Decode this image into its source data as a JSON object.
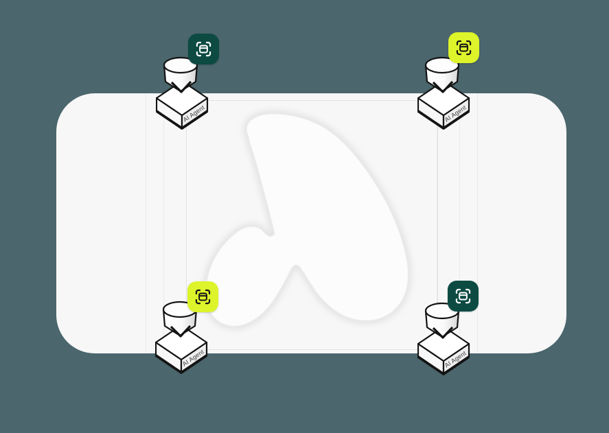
{
  "agents": [
    {
      "position": "top-left",
      "label": "AI Agent",
      "badge": {
        "icon": "scan-window-icon",
        "variant": "dark"
      }
    },
    {
      "position": "top-right",
      "label": "AI Agent",
      "badge": {
        "icon": "scan-window-icon",
        "variant": "yellow"
      }
    },
    {
      "position": "bottom-left",
      "label": "AI Agent",
      "badge": {
        "icon": "scan-window-icon",
        "variant": "yellow"
      }
    },
    {
      "position": "bottom-right",
      "label": "AI Agent",
      "badge": {
        "icon": "scan-window-icon",
        "variant": "dark"
      }
    }
  ],
  "colors": {
    "background": "#4b666d",
    "card": "#f7f7f7",
    "grid_line": "#eaeaea",
    "frame_line": "#e3e3e3",
    "outline": "#141414",
    "badge_dark": "#0c4a42",
    "badge_dark_icon": "#ffffff",
    "badge_yellow": "#ddf42b",
    "badge_yellow_icon": "#161616",
    "logo_fill": "#fcfcfc",
    "logo_shadow": "#d9d9d9"
  }
}
